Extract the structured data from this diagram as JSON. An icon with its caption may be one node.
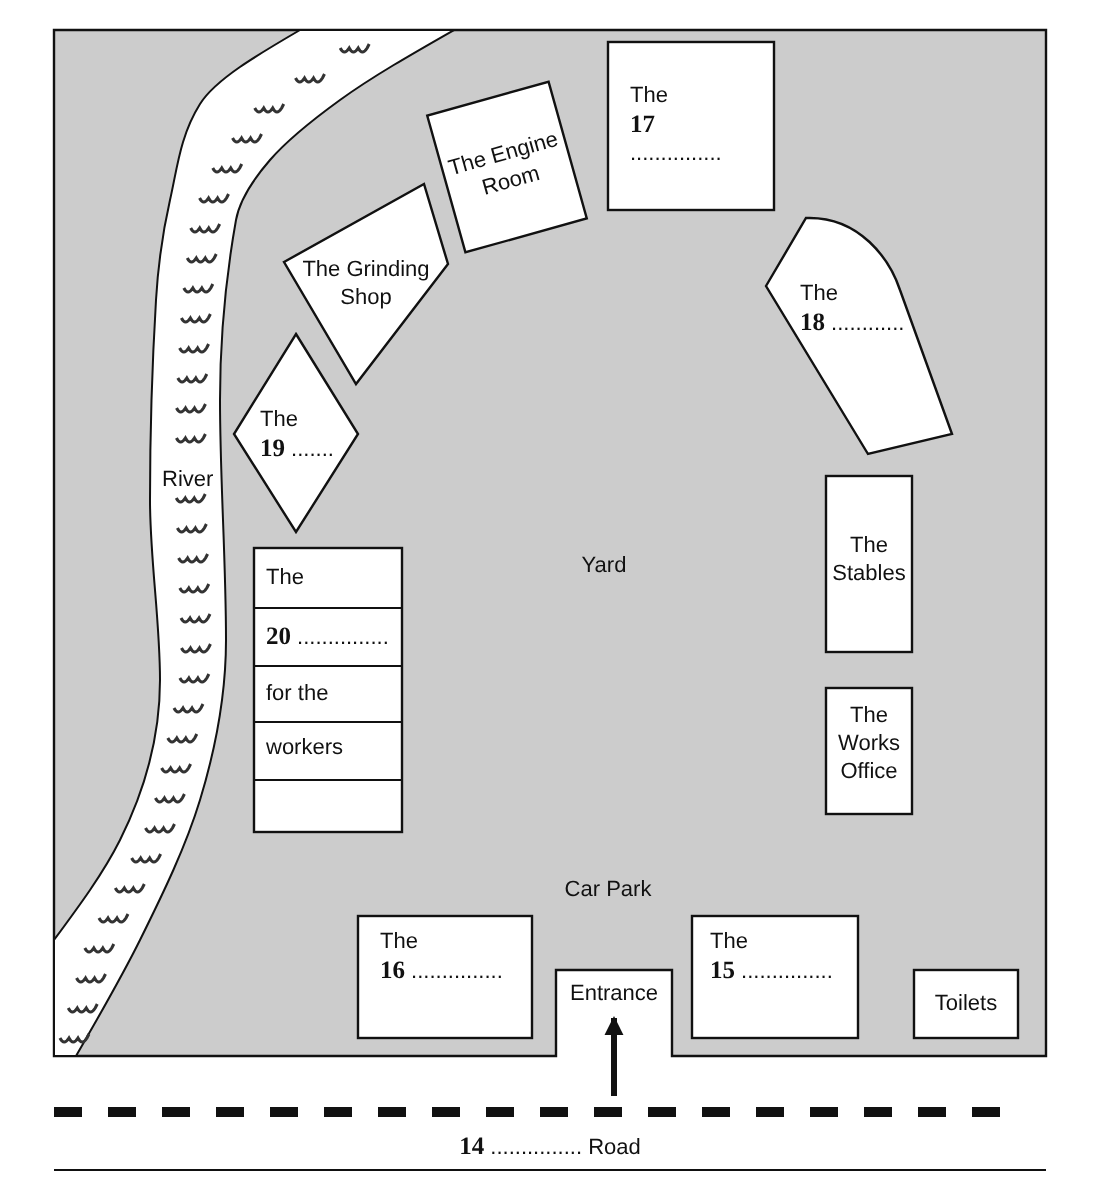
{
  "diagram": {
    "nodes": [
      {
        "text": [
          "River"
        ]
      },
      {
        "text": [
          "The **17** ..............."
        ]
      },
      {
        "text": [
          "The Engine Room"
        ]
      },
      {
        "text": [
          "The Grinding Shop"
        ]
      },
      {
        "text": [
          "The **19** ......."
        ]
      },
      {
        "text": [
          "The **18** ............"
        ]
      },
      {
        "text": [
          "The",
          "**20** ...............",
          "for the",
          "workers"
        ]
      },
      {
        "text": [
          "The Stables"
        ]
      },
      {
        "text": [
          "The Works Office"
        ]
      },
      {
        "text": [
          "The **16** ..............."
        ]
      },
      {
        "text": [
          "Entrance"
        ]
      },
      {
        "text": [
          "The **15** ..............."
        ]
      },
      {
        "text": [
          "Toilets"
        ]
      },
      {
        "text": [
          "**14** ............... Road"
        ]
      }
    ],
    "edges": [
      {
        "from": 13,
        "to": 10,
        "arrow": "to"
      }
    ],
    "labels": [
      "Yard",
      "Car Park"
    ]
  }
}
